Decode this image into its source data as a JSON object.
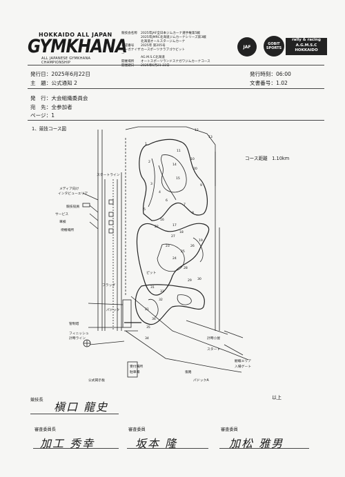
{
  "logo": {
    "top": "HOKKAIDO ALL JAPAN",
    "main": "GYMKHANA",
    "sub": "ALL JAPANESE GYMKHANA CHAMPIONSHIP"
  },
  "event_info": [
    {
      "k": "競技会名称",
      "v": "2025年JAF全日本ジムカーナ選手権第5戦"
    },
    {
      "k": "",
      "v": "2025年JMRC北海道ジムカーナシリーズ第3戦"
    },
    {
      "k": "",
      "v": "北海道オールスタージムカーナ"
    },
    {
      "k": "公認番号",
      "v": "2025年 第205号"
    },
    {
      "k": "オーガナイザー",
      "v": "カースポーツクラブゴウビット"
    },
    {
      "k": "",
      "v": "AG.M.S.C北海道"
    },
    {
      "k": "開催場所",
      "v": "オートスポーツランドスナガワジムカーナコース"
    },
    {
      "k": "開催期日",
      "v": "2025年6月21-22日"
    }
  ],
  "badges": {
    "b1": "JAF",
    "b2_top": "GOBIT",
    "b2_bottom": "SPORTS",
    "b3_line1": "rally & racing",
    "b3_line2": "A.G.M.S.C",
    "b3_line3": "HOKKAIDO"
  },
  "notice": {
    "issue_date_label": "発行日",
    "issue_date": "2025年6月22日",
    "issue_time_label": "発行時刻",
    "issue_time": "06:00",
    "subject_label": "主　題",
    "subject": "公式通知 2",
    "doc_no_label": "文書番号",
    "doc_no": "1.02",
    "issuer_label": "発　行",
    "issuer": "大会組織委員会",
    "recipient_label": "宛　先",
    "recipient": "全参加者",
    "page_label": "ページ",
    "page": "1"
  },
  "section_title": "1、競技コース図",
  "course_distance": "コース距離　1.10km",
  "map_labels": {
    "media": "メディア向け",
    "interview": "インタビューエリア",
    "start_line": "スタートライン",
    "officials_room": "公式掲示板",
    "flag1": "フラッグ",
    "timing": "計時小屋",
    "control": "管制塔",
    "paddock": "パドック",
    "paddock_a": "パドックA",
    "finish": "フィニッシュ",
    "timing_line": "計時ライン",
    "pit": "ピット",
    "start_area": "スタート",
    "return_road": "復路",
    "officials": "競技役員",
    "inspection": "車検",
    "parking": "駐車場",
    "rest": "待機場所",
    "entrance": "入場ゲート",
    "registration": "受付場所",
    "service": "サービス",
    "spectator": "観戦エリア"
  },
  "closing": "以上",
  "signatures": {
    "clerk_label": "競技長",
    "clerk_name": "槇口 龍史",
    "steward_chief_label": "審査委員長",
    "steward_chief_name": "加工 秀幸",
    "steward1_label": "審査委員",
    "steward1_name": "坂本 隆",
    "steward2_label": "審査委員",
    "steward2_name": "加松 雅男"
  }
}
